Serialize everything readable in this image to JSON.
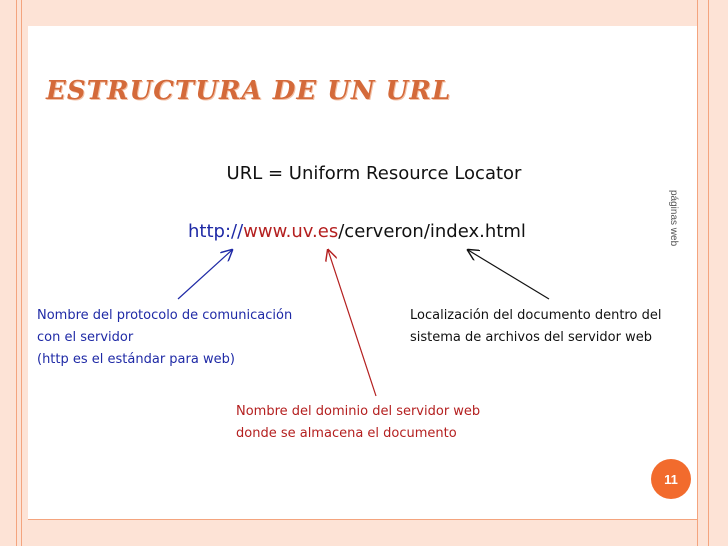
{
  "slide": {
    "title": "Estructura de un URL",
    "subtitle": "URL = Uniform Resource Locator",
    "url": {
      "protocol": "http://",
      "domain": "www.uv.es",
      "path": "/cerveron/index.html"
    },
    "side_label": "páginas web",
    "notes": {
      "protocol": [
        "Nombre del protocolo de comunicación",
        "con el servidor",
        "(http es el estándar para web)"
      ],
      "location": [
        "Localización del documento dentro del",
        "sistema de archivos del servidor web"
      ],
      "domain": [
        "Nombre del dominio del servidor web",
        "donde se almacena el documento"
      ]
    },
    "page_number": "11",
    "colors": {
      "frame": "#fde3d6",
      "title": "#d46a3a",
      "protocol": "#1f2aa6",
      "domain": "#b41f1f",
      "badge": "#f26b2d"
    }
  }
}
